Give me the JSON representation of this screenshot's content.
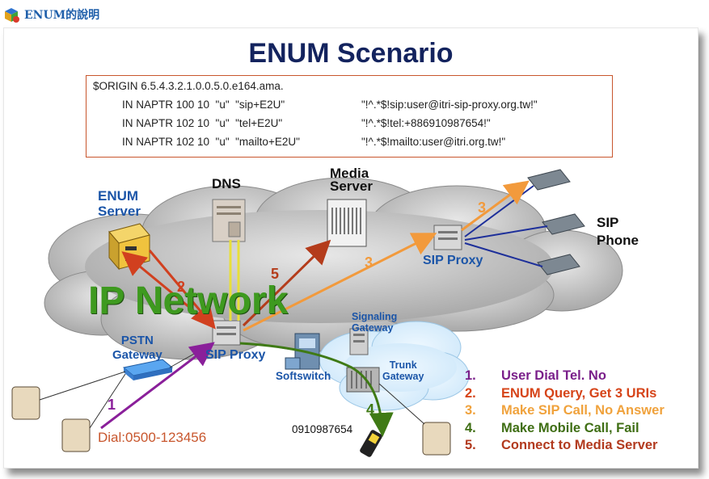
{
  "header": {
    "title": "ENUM的說明"
  },
  "slide": {
    "title": "ENUM Scenario",
    "dns_record": {
      "origin": "$ORIGIN 6.5.4.3.2.1.0.0.5.0.e164.ama.",
      "records": [
        {
          "entry": "IN NAPTR 100 10  \"u\"  \"sip+E2U\"",
          "regex": "\"!^.*$!sip:user@itri-sip-proxy.org.tw!\""
        },
        {
          "entry": "IN NAPTR 102 10  \"u\"  \"tel+E2U\"",
          "regex": "\"!^.*$!tel:+886910987654!\""
        },
        {
          "entry": "IN NAPTR 102 10  \"u\"  \"mailto+E2U\"",
          "regex": "\"!^.*$!mailto:user@itri.org.tw!\""
        }
      ]
    },
    "labels": {
      "enum_server": [
        "ENUM",
        "Server"
      ],
      "dns": "DNS",
      "media_server": [
        "Media",
        "Server"
      ],
      "sip_phone": [
        "SIP",
        "Phone"
      ],
      "sip_proxy_right": "SIP Proxy",
      "ip_network": "IP Network",
      "signaling_gateway": [
        "Signaling",
        "Gateway"
      ],
      "pstn_gateway": [
        "PSTN",
        "Gateway"
      ],
      "sip_proxy_center": "SIP Proxy",
      "softswitch": "Softswitch",
      "trunk_gateway": [
        "Trunk",
        "Gateway"
      ],
      "dial": "Dial:0500-123456",
      "mobile_number": "0910987654"
    },
    "arrow_numbers": {
      "one": "1",
      "two": "2",
      "three": "3",
      "three_b": "3",
      "four": "4",
      "five": "5"
    },
    "steps": [
      {
        "num": "1.",
        "text": "User Dial Tel. No",
        "color": "#7a1f8a"
      },
      {
        "num": "2.",
        "text": "ENUM Query, Get 3 URIs",
        "color": "#d64419"
      },
      {
        "num": "3.",
        "text": "Make SIP Call, No Answer",
        "color": "#f0a23c"
      },
      {
        "num": "4.",
        "text": "Make Mobile Call, Fail",
        "color": "#3f6e14"
      },
      {
        "num": "5.",
        "text": "Connect to Media Server",
        "color": "#b23a1e"
      }
    ]
  }
}
